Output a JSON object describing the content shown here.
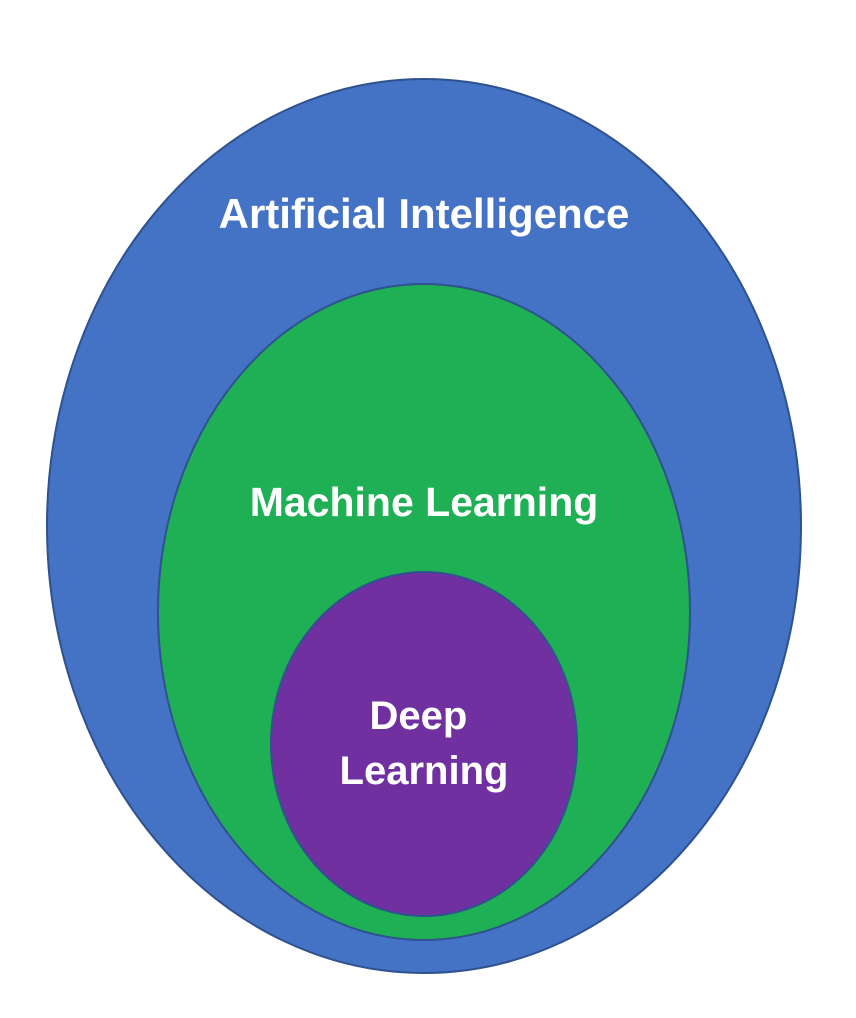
{
  "diagram": {
    "layers": [
      {
        "id": "ai",
        "label_lines": [
          "Artificial Intelligence"
        ],
        "fill": "#4472C4",
        "stroke": "#2F528F"
      },
      {
        "id": "ml",
        "label_lines": [
          "Machine Learning"
        ],
        "fill": "#1FAF54",
        "stroke": "#2F528F"
      },
      {
        "id": "dl",
        "label_lines": [
          "Deep",
          "Learning"
        ],
        "fill": "#7030A0",
        "stroke": "#2F528F"
      }
    ]
  }
}
